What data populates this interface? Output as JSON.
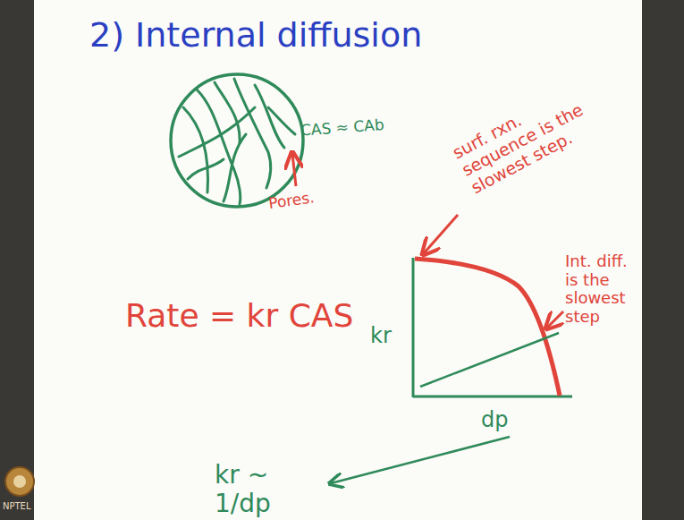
{
  "diagram": {
    "title": "2) Internal diffusion",
    "labels": [
      "CAS ≈ CAb",
      "Pores.",
      "Rate = kr CAS",
      "kr",
      "dp",
      "surf. rxn. sequence is the slowest step.",
      "Int. diff. is the slowest step",
      "kr ~ 1/dp",
      "NPTEL"
    ]
  }
}
